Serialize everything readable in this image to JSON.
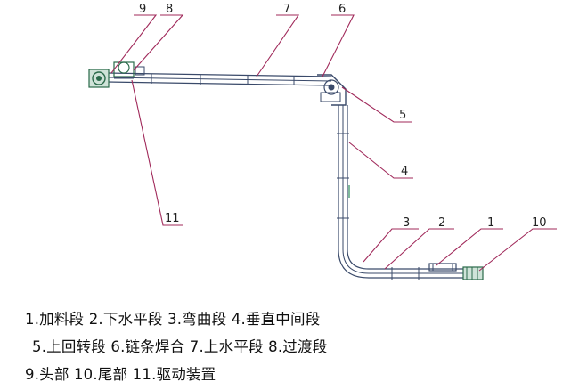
{
  "callouts": [
    {
      "id": "c9",
      "text": "9"
    },
    {
      "id": "c8",
      "text": "8"
    },
    {
      "id": "c7",
      "text": "7"
    },
    {
      "id": "c6",
      "text": "6"
    },
    {
      "id": "c5",
      "text": "5"
    },
    {
      "id": "c4",
      "text": "4"
    },
    {
      "id": "c3",
      "text": "3"
    },
    {
      "id": "c2",
      "text": "2"
    },
    {
      "id": "c1",
      "text": "1"
    },
    {
      "id": "c10",
      "text": "10"
    },
    {
      "id": "c11",
      "text": "11"
    }
  ],
  "legend": [
    "1.加料段 2.下水平段 3.弯曲段 4.垂直中间段",
    "5.上回转段 6.链条焊合 7.上水平段 8.过渡段",
    "9.头部 10.尾部 11.驱动装置"
  ],
  "colors": {
    "leader": "#a0295a",
    "frame": "#3a4a6a",
    "accent": "#2a8a5a"
  }
}
